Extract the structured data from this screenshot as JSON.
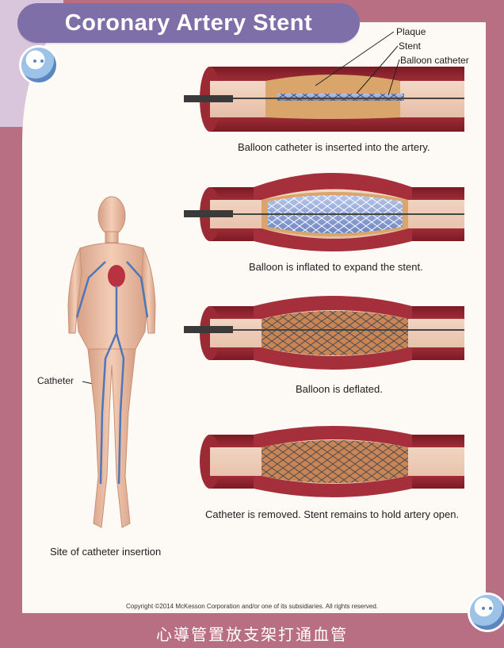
{
  "title": "Coronary Artery Stent",
  "labels": {
    "plaque": "Plaque",
    "stent": "Stent",
    "balloon_catheter": "Balloon catheter",
    "catheter": "Catheter"
  },
  "steps": [
    {
      "caption": "Balloon catheter is inserted into the artery."
    },
    {
      "caption": "Balloon is inflated to expand the stent."
    },
    {
      "caption": "Balloon is deflated."
    },
    {
      "caption": "Catheter is removed. Stent remains to hold artery open."
    }
  ],
  "body_caption": "Site of catheter insertion",
  "copyright": "Copyright ©2014 McKesson Corporation and/or one of its subsidiaries. All rights reserved.",
  "chinese_caption": "心導管置放支架打通血管",
  "colors": {
    "frame": "#b86f84",
    "title_pill": "#7e6fa9",
    "artery_wall": "#b3323d",
    "plaque": "#d9a56a",
    "balloon": "#8fa6d6"
  }
}
